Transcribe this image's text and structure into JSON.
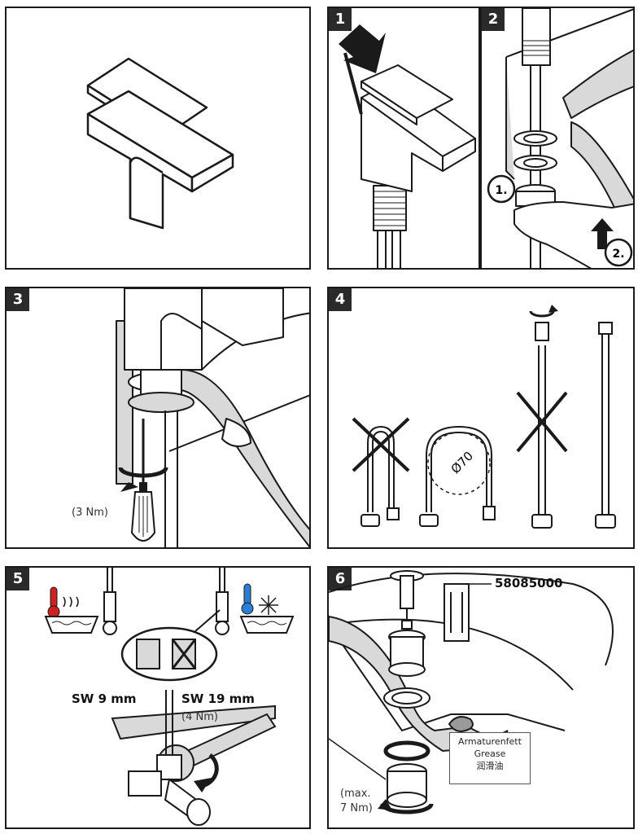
{
  "panels": [
    {
      "id": "overview",
      "step": ""
    },
    {
      "id": "p1",
      "step": "1"
    },
    {
      "id": "p2",
      "step": "2",
      "callouts": [
        "1.",
        "2."
      ]
    },
    {
      "id": "p3",
      "step": "3",
      "torque": "(3 Nm)"
    },
    {
      "id": "p4",
      "step": "4",
      "bend_diameter": "Ø70"
    },
    {
      "id": "p5",
      "step": "5",
      "wrench_small": "SW 9 mm",
      "wrench_large": "SW 19 mm",
      "torque": "(4 Nm)"
    },
    {
      "id": "p6",
      "step": "6",
      "part_number": "58085000",
      "grease_lines": [
        "Armaturenfett",
        "Grease",
        "润滑油"
      ],
      "torque_lines": [
        "(max.",
        "7 Nm)"
      ]
    }
  ],
  "icons": [
    "hot-water-icon",
    "cold-water-icon",
    "screwdriver-icon",
    "rotate-icon",
    "wrench-icon",
    "hand-icon",
    "cross-mark-icon"
  ]
}
